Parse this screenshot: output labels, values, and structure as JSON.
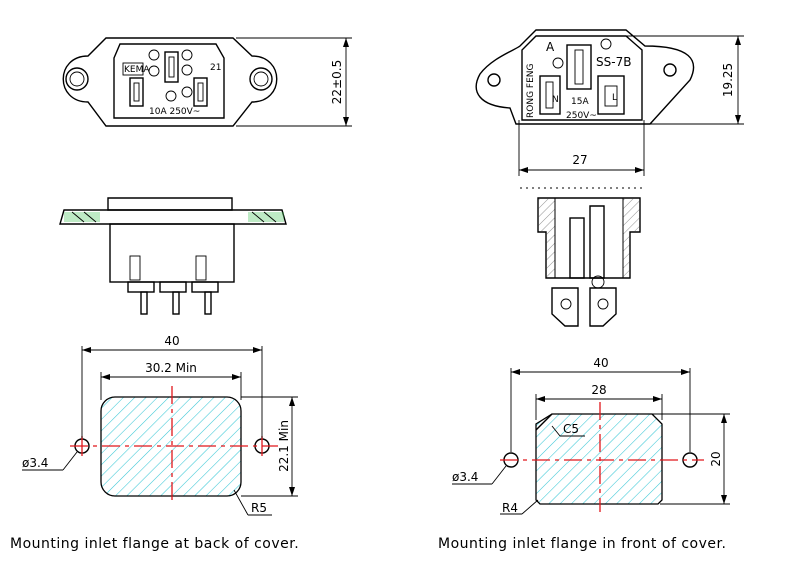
{
  "left_view": {
    "marks": {
      "kema": "KEMA",
      "voltage_current": "10A 250V~",
      "number": "21"
    },
    "dimension_height": "22±0.5",
    "cutout": {
      "overall_width": "40",
      "min_width": "30.2 Min",
      "min_height": "22.1 Min",
      "hole_dia": "ø3.4",
      "corner_radius": "R5"
    },
    "caption": "Mounting inlet flange at back of cover."
  },
  "right_view": {
    "marks": {
      "letter": "A",
      "model": "SS-7B",
      "brand": "RONG FENG",
      "current": "15A",
      "voltage": "250V~",
      "neutral": "N",
      "line": "L"
    },
    "dimension_height": "19.25",
    "dimension_width": "27",
    "cutout": {
      "overall_width": "40",
      "inner_width": "28",
      "chamfer": "C5",
      "height": "20",
      "hole_dia": "ø3.4",
      "corner_radius": "R4"
    },
    "caption": "Mounting inlet flange in front of cover."
  },
  "colors": {
    "hatch": "#39c7d6",
    "centerline": "#e0161b",
    "terminal_tint": "#45c45a"
  }
}
